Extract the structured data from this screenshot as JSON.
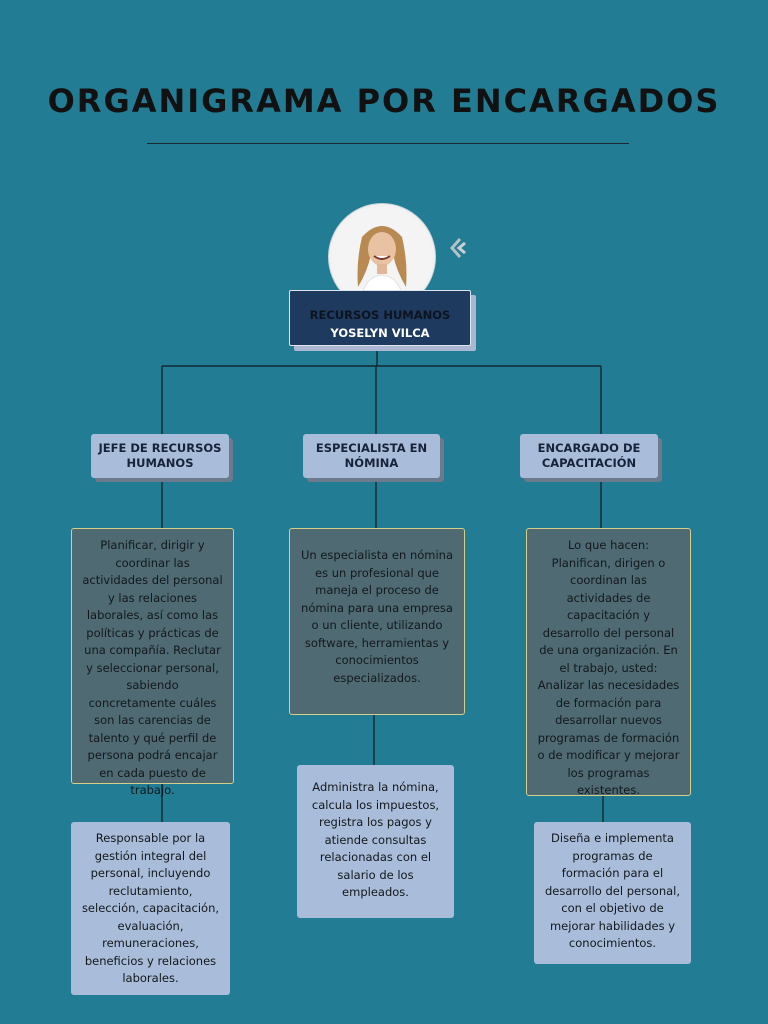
{
  "title": "ORGANIGRAMA POR ENCARGADOS",
  "head": {
    "department": "RECURSOS HUMANOS",
    "name": "YOSELYN VILCA"
  },
  "roles": [
    {
      "title": "JEFE DE RECURSOS HUMANOS",
      "description": "Planificar, dirigir y coordinar las actividades del personal y las relaciones laborales, así como las políticas y prácticas de una compañía. Reclutar y seleccionar personal, sabiendo concretamente cuáles son las carencias de talento y qué perfil de persona podrá encajar en cada puesto de trabajo.",
      "responsibility": "Responsable por la gestión integral del personal, incluyendo reclutamiento, selección, capacitación, evaluación, remuneraciones, beneficios y relaciones laborales."
    },
    {
      "title": "ESPECIALISTA EN NÓMINA",
      "description": "Un especialista en nómina es un profesional que maneja el proceso de nómina para una empresa o un cliente, utilizando software, herramientas y conocimientos especializados.",
      "responsibility": "Administra la nómina, calcula los impuestos, registra los pagos y atiende consultas relacionadas con el salario de los empleados."
    },
    {
      "title": "ENCARGADO DE CAPACITACIÓN",
      "description": "Lo que hacen: Planifican, dirigen o coordinan las actividades de capacitación y desarrollo del personal de una organización. En el trabajo, usted: Analizar las necesidades de formación para desarrollar nuevos programas de formación o de modificar y mejorar los programas existentes.",
      "responsibility": "Diseña e implementa programas de formación para el desarrollo del personal, con el objetivo de mejorar habilidades y conocimientos."
    }
  ],
  "icons": {
    "avatar": "person-photo",
    "decoration": "chevron-decoration-icon"
  },
  "colors": {
    "background": "#227d94",
    "head_box": "#1e3a5f",
    "role_box": "#a9bcd9",
    "desc_box": "#4f6a73",
    "desc_border": "#d6cf8a"
  }
}
